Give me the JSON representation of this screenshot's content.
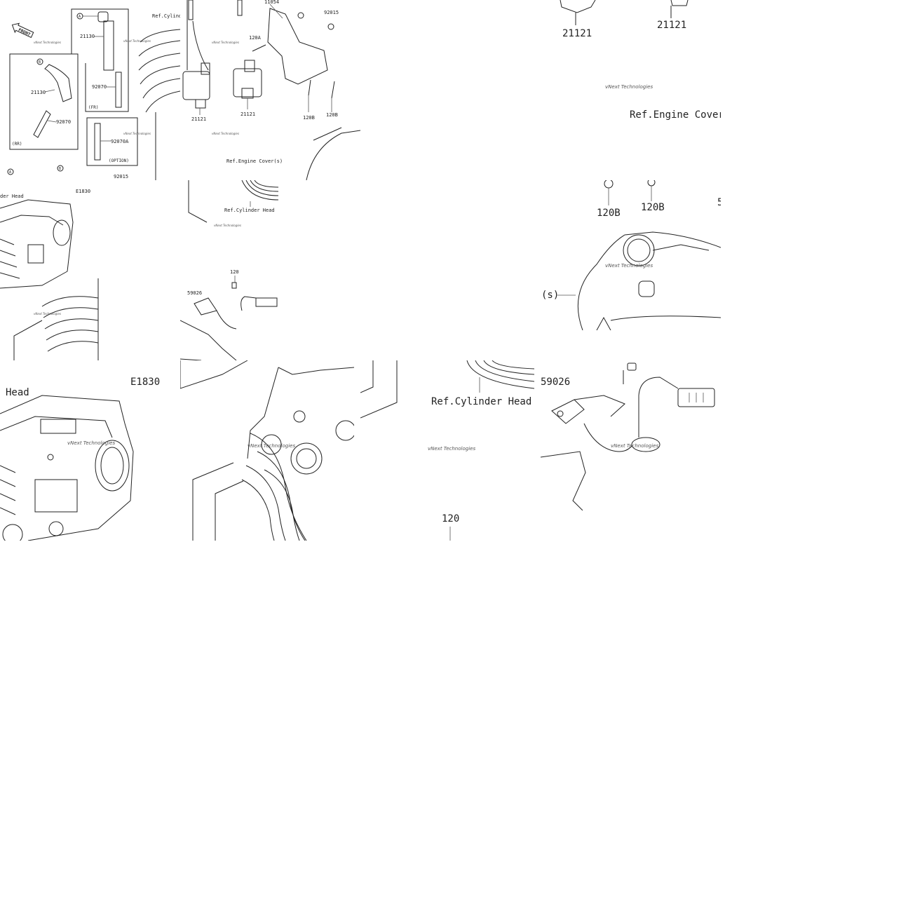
{
  "diagram": {
    "front_marker": "FRONT",
    "watermark": "vNext Technologies",
    "figure_code": "E1830",
    "callouts": {
      "a": "A",
      "b": "B"
    },
    "part_numbers": {
      "ignition_coil": "21121",
      "plug_cap": "21130",
      "spark_plug": "92070",
      "spark_plug_option": "92070A",
      "nut": "92015",
      "bracket": "11054",
      "bolt_a": "120A",
      "bolt_b": "120B",
      "bolt": "120",
      "sensor": "59026"
    },
    "notes": {
      "fr": "(FR)",
      "rr": "(RR)",
      "option": "(OPTION)"
    },
    "references": {
      "cylinder_head": "Ref.Cylinder Head",
      "cylinder_head_short": "Ref.Cylinder",
      "cylinder_head_partial": "Head",
      "cylinder_head_partial_small": "der Head",
      "engine_covers": "Ref.Engine Cover(s)",
      "engine_cover": "Ref.Engine Cover",
      "covers_suffix": "(s)",
      "cut_fragment": "5"
    }
  }
}
